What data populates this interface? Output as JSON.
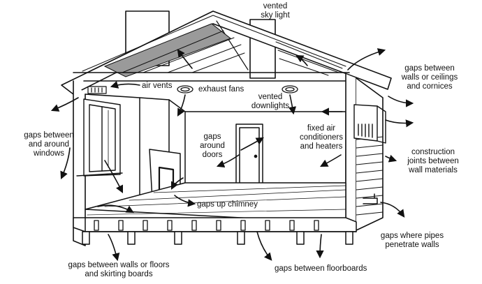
{
  "labels": {
    "vented_sky_light": "vented\nsky light",
    "air_vents": "air vents",
    "exhaust_fans": "exhaust fans",
    "vented_downlights": "vented\ndownlights",
    "gaps_walls_ceilings": "gaps between\nwalls or ceilings\nand cornices",
    "gaps_windows": "gaps between\nand around\nwindows",
    "gaps_doors": "gaps\naround\ndoors",
    "fixed_air_conditioners": "fixed air\nconditioners\nand heaters",
    "construction_joints": "construction\njoints between\nwall materials",
    "gaps_chimney": "gaps up chimney",
    "gaps_pipes": "gaps where pipes\npenetrate walls",
    "gaps_floors_skirting": "gaps between walls or floors\nand skirting boards",
    "gaps_floorboards": "gaps between floorboards"
  },
  "colors": {
    "ink": "#111111",
    "insulation": "#9a9a9a",
    "background": "#ffffff"
  }
}
